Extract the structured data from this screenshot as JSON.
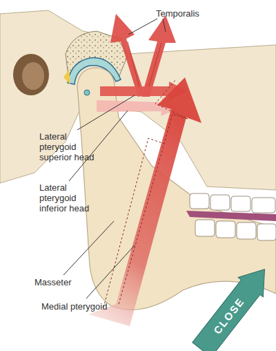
{
  "diagram": {
    "nodes": [
      {
        "text": [
          "CLOSE"
        ]
      }
    ],
    "labels": [
      "Temporalis",
      "Lateral pterygoid superior head",
      "Lateral pterygoid inferior head",
      "Masseter",
      "Medial pterygoid"
    ]
  }
}
